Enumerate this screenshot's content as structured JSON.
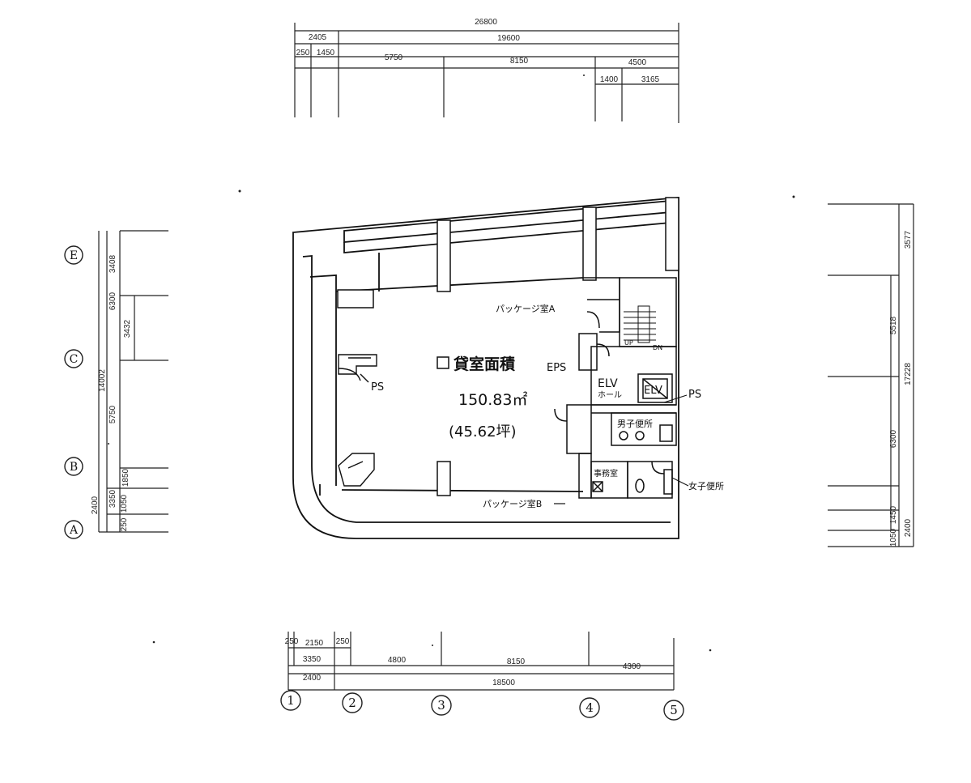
{
  "area": {
    "title": "貸室面積",
    "sqm": "150.83㎡",
    "tsubo": "(45.62坪)"
  },
  "rooms": {
    "package_a": "パッケージ室A",
    "package_b": "パッケージ室B",
    "ps_left": "PS",
    "eps": "EPS",
    "elv_hall": "ELV",
    "elv_hall_sub": "ホール",
    "elv": "ELV",
    "ps_right": "PS",
    "mens_toilet": "男子便所",
    "womens_toilet": "女子便所",
    "office": "事務室",
    "up": "UP",
    "dn": "DN"
  },
  "top_dims": {
    "total": "26800",
    "r1_a": "2405",
    "r1_b": "19600",
    "r2_a": "250",
    "r2_b": "1450",
    "r2_c": "5750",
    "r2_d": "8150",
    "r2_e": "4500",
    "r3_a": "1400",
    "r3_b": "3165"
  },
  "bottom_dims": {
    "r1_a": "250",
    "r1_b": "2150",
    "r1_c": "250",
    "r2_a": "3350",
    "r2_b": "4800",
    "r2_c": "8150",
    "r2_d": "4300",
    "r3_a": "2400",
    "r3_b": "18500"
  },
  "left_dims": {
    "d1": "3408",
    "d2": "6300",
    "d3": "3432",
    "d4": "14002",
    "d5": "5750",
    "d6": "1850",
    "d7": "2400",
    "d8": "3350",
    "d9": "1050",
    "d10": "250"
  },
  "right_dims": {
    "d1": "3577",
    "d2": "5518",
    "d3": "17228",
    "d4": "6300",
    "d5": "1450",
    "d6": "1050",
    "d7": "2400"
  },
  "grid_columns": [
    "1",
    "2",
    "3",
    "4",
    "5"
  ],
  "grid_rows": [
    "E",
    "C",
    "B",
    "A"
  ]
}
